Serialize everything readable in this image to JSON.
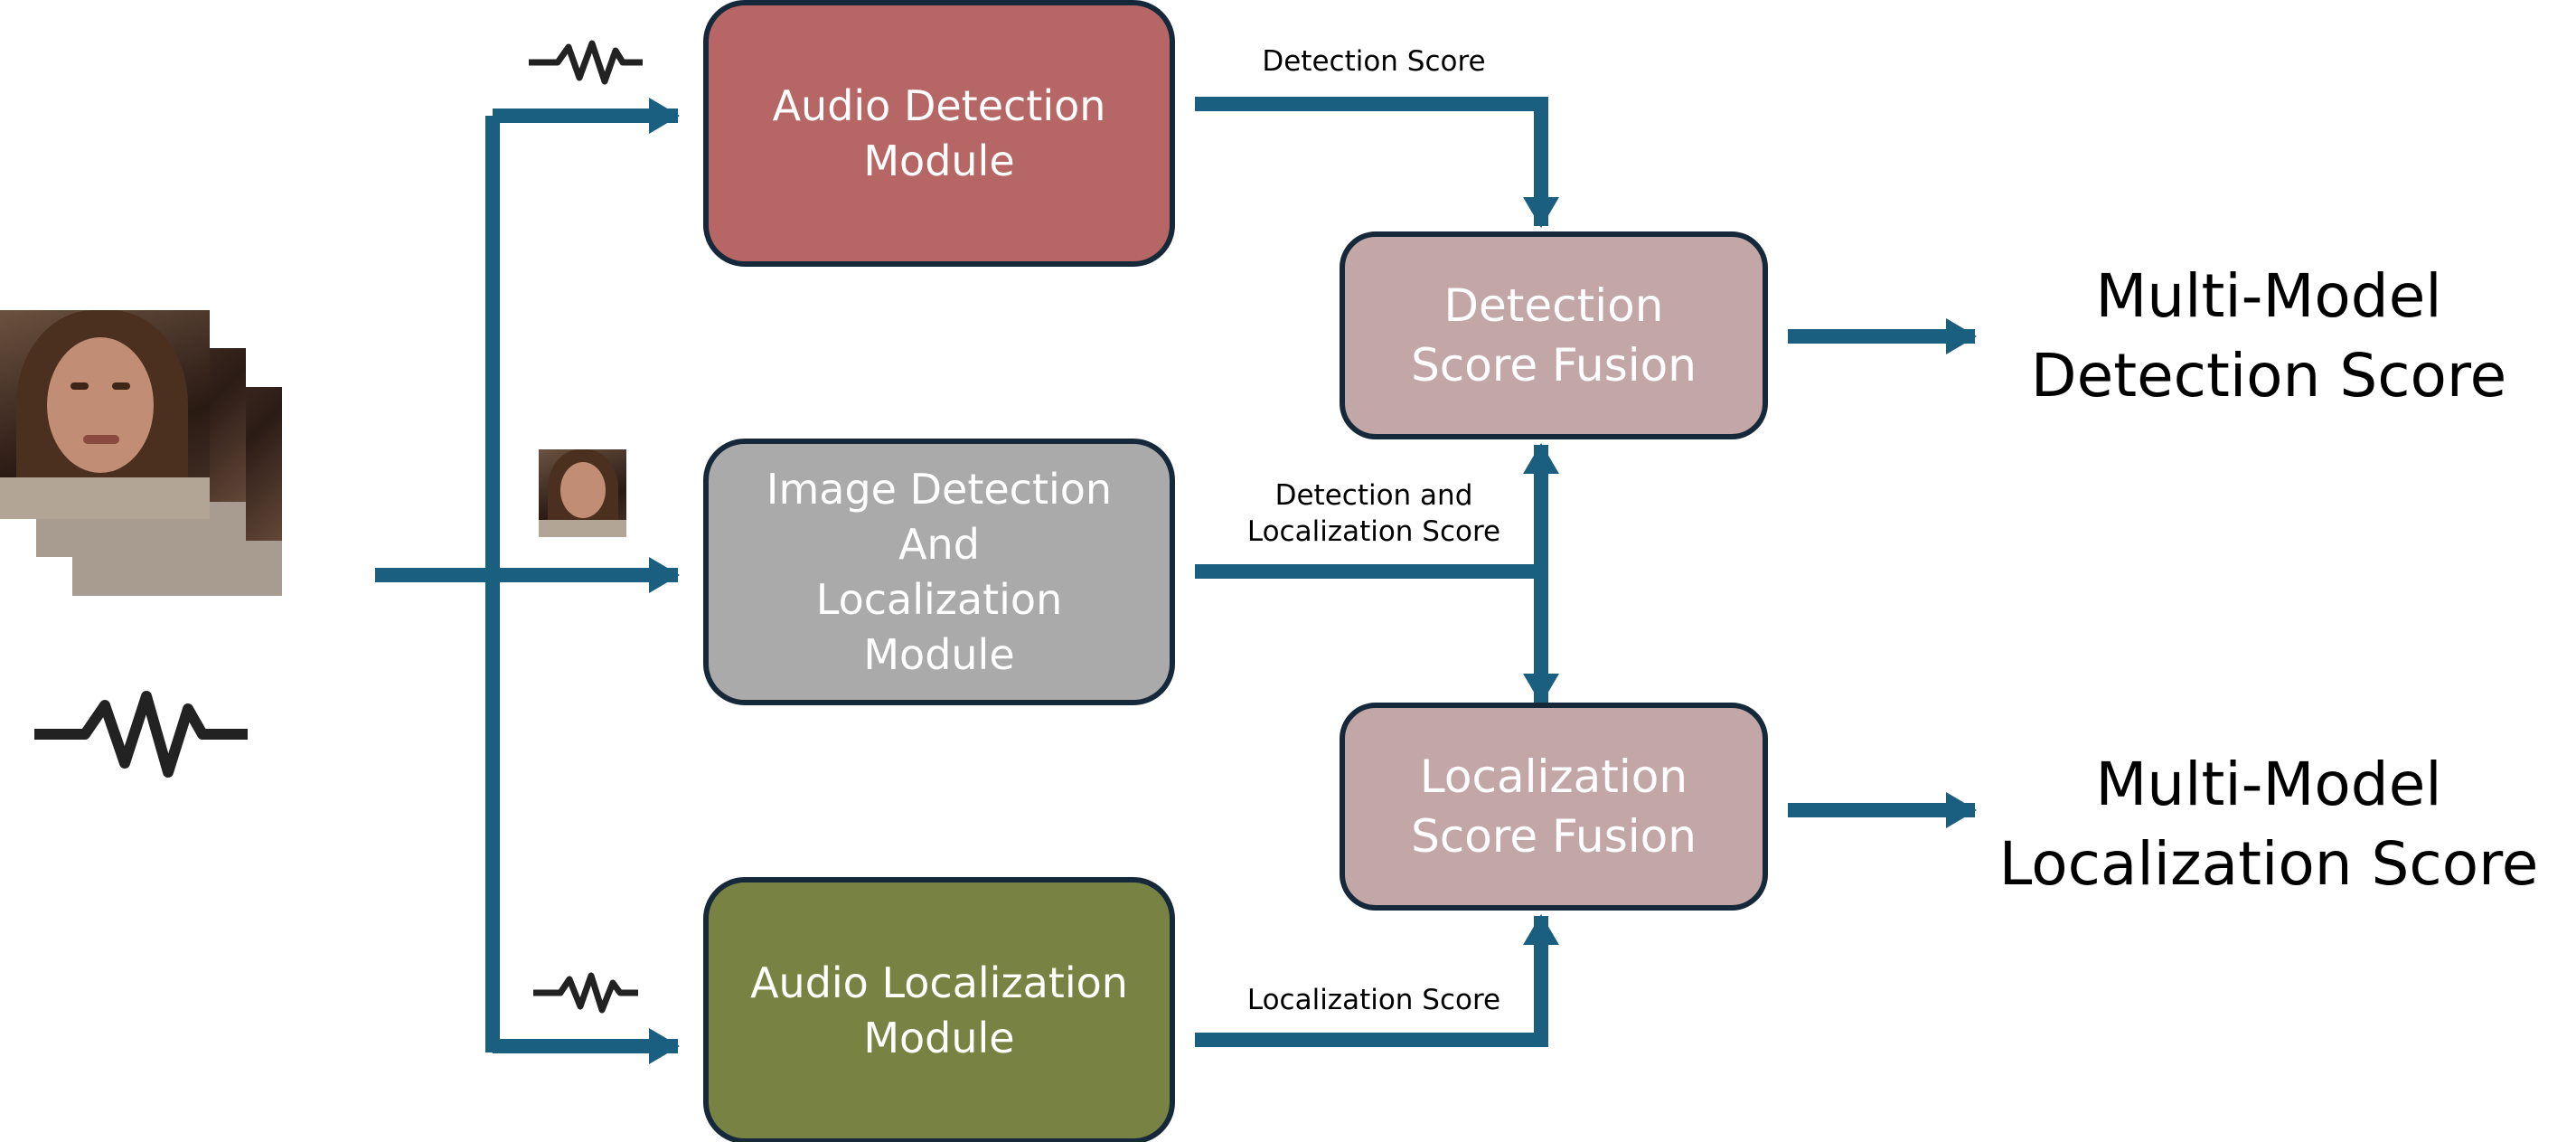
{
  "modules": {
    "audio_detection": {
      "label": "Audio Detection\nModule",
      "color": "#b76666"
    },
    "image_detection": {
      "label": "Image Detection\nAnd\nLocalization\nModule",
      "color": "#aaaaaa"
    },
    "audio_localization": {
      "label": "Audio Localization\nModule",
      "color": "#788243"
    },
    "detection_fusion": {
      "label": "Detection\nScore Fusion",
      "color": "#c3a7a7"
    },
    "localization_fusion": {
      "label": "Localization\nScore Fusion",
      "color": "#c3a7a7"
    }
  },
  "edge_labels": {
    "detection_score": "Detection Score",
    "detection_localization_score": "Detection and\nLocalization Score",
    "localization_score": "Localization Score"
  },
  "outputs": {
    "detection": "Multi-Model\nDetection Score",
    "localization": "Multi-Model\nLocalization Score"
  },
  "icons": {
    "input_video": "video-frames-icon",
    "input_audio": "audio-waveform-icon",
    "audio_branch_top": "audio-waveform-icon",
    "image_branch": "face-image-icon",
    "audio_branch_bottom": "audio-waveform-icon"
  },
  "colors": {
    "arrow": "#1a5e80",
    "box_border": "#16293a",
    "waveform": "#222222",
    "module_text": "#ffffff"
  }
}
